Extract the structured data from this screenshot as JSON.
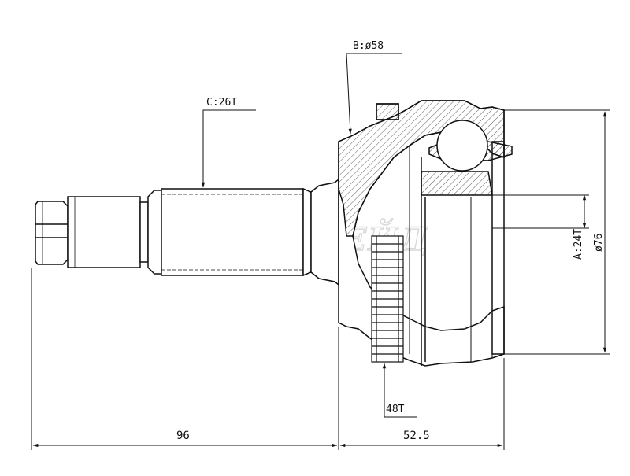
{
  "part": {
    "labels": {
      "bore_diameter": "B:ø58",
      "outer_spline": "C:26T",
      "inner_spline": "A:24T",
      "outer_diameter": "ø76",
      "abs_ring": "48T"
    },
    "dimensions": {
      "shaft_length": "96",
      "housing_length": "52.5"
    },
    "watermark": "АВТОТРЕЙД"
  }
}
